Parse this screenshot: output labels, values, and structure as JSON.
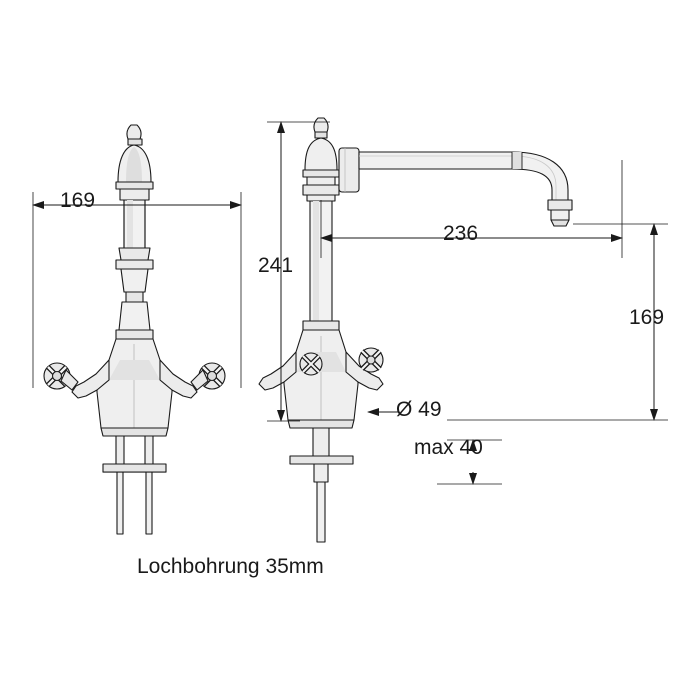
{
  "drawing": {
    "title": "Technical dimension drawing of a two-handle bridge kitchen faucet",
    "views": [
      "front-view",
      "side-view"
    ],
    "line_color": "#1a1a1a",
    "fill_light": "#f2f2f2",
    "fill_mid": "#e0e0e0",
    "fill_dark": "#c9c9c9",
    "background": "#ffffff"
  },
  "dimensions": {
    "front_width": "169",
    "height": "241",
    "spout_reach": "236",
    "spout_height": "169",
    "base_diameter": "Ø 49",
    "max_thickness": "max 40",
    "hole_note": "Lochbohrung 35mm"
  }
}
